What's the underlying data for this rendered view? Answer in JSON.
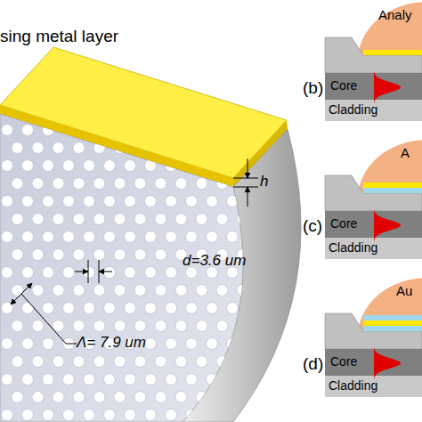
{
  "diagram": {
    "nodes": [
      {
        "text": [
          "Analy"
        ]
      },
      {
        "text": [
          "Core"
        ]
      },
      {
        "text": [
          "Cladding"
        ]
      },
      {
        "text": [
          "A"
        ]
      },
      {
        "text": [
          "Core"
        ]
      },
      {
        "text": [
          "Cladding"
        ]
      },
      {
        "text": [
          "Au"
        ]
      },
      {
        "text": [
          "Core"
        ]
      },
      {
        "text": [
          "Cladding"
        ]
      }
    ],
    "labels": [
      "sing metal layer",
      "h",
      "d=3.6 um",
      "Λ= 7.9 um",
      "(b)",
      "(c)",
      "(d)"
    ]
  }
}
